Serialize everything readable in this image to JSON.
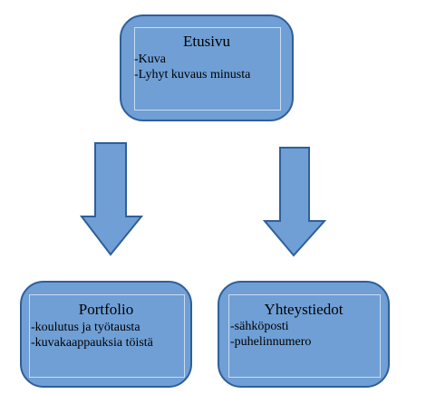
{
  "diagram": {
    "top_box": {
      "title": "Etusivu",
      "lines": [
        "-Kuva",
        "-Lyhyt kuvaus minusta"
      ]
    },
    "left_box": {
      "title": "Portfolio",
      "lines": [
        "-koulutus ja työtausta",
        "-kuvakaappauksia töistä"
      ]
    },
    "right_box": {
      "title": "Yhteystiedot",
      "lines": [
        "-sähköposti",
        "-puhelinnumero"
      ]
    },
    "arrows": [
      {
        "from": "top_box",
        "to": "left_box",
        "direction": "down"
      },
      {
        "from": "top_box",
        "to": "right_box",
        "direction": "down"
      }
    ],
    "colors": {
      "box_fill": "#6f9fd5",
      "box_border": "#2f5f9a",
      "arrow_fill": "#6f9fd5",
      "arrow_border": "#2f5f9a",
      "inner_frame": "#c9dcf1"
    }
  }
}
